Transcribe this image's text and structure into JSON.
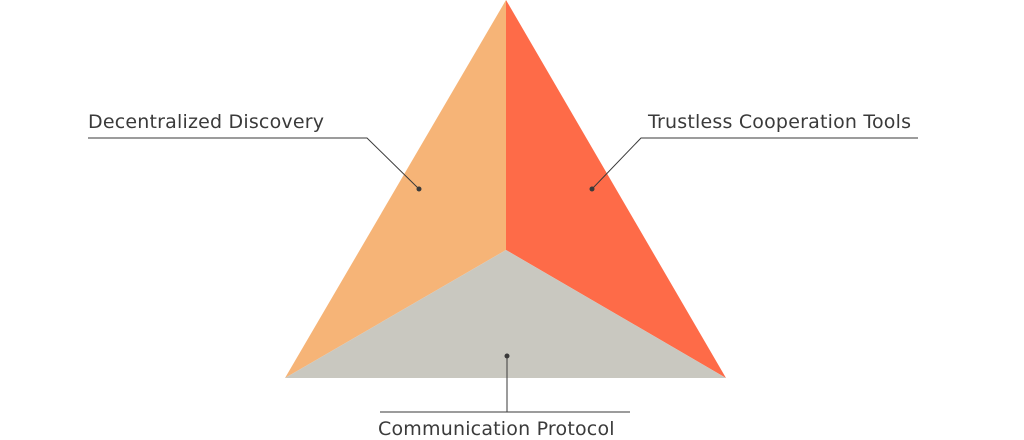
{
  "labels": {
    "left": "Decentralized Discovery",
    "right": "Trustless Cooperation Tools",
    "bottom": "Communication Protocol"
  },
  "colors": {
    "left_face": "#F6B477",
    "right_face": "#FE6B48",
    "bottom_face": "#C9C8C0",
    "line": "#3a3a3a"
  }
}
